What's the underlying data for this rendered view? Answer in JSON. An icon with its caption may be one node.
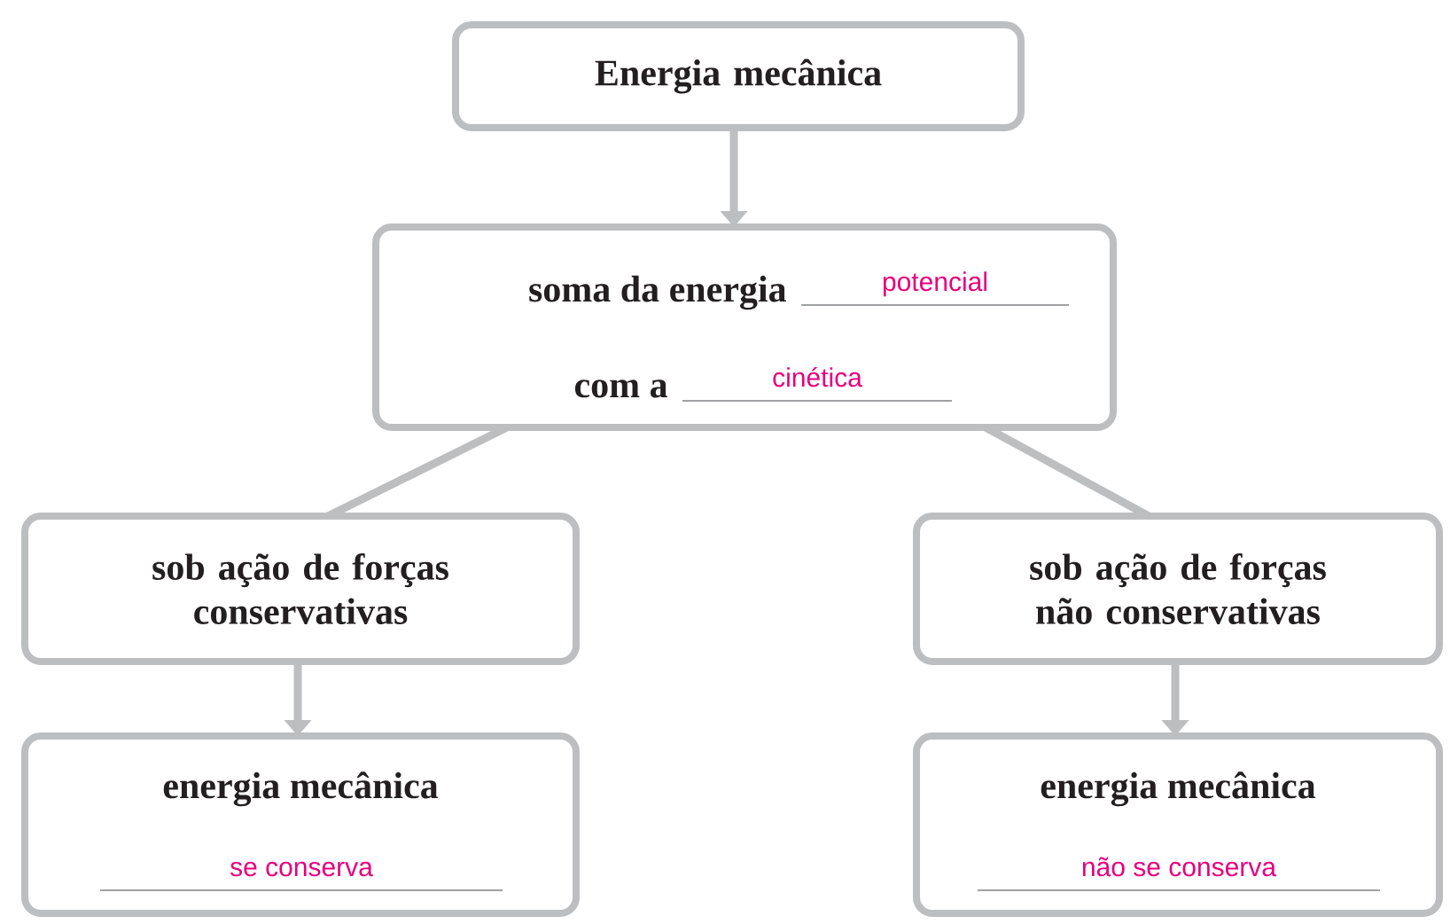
{
  "diagram": {
    "nodes": [
      {
        "text": [
          "Energia mecânica"
        ]
      },
      {
        "text": [
          "soma da energia",
          "potencial",
          "com a",
          "cinética"
        ]
      },
      {
        "text": [
          "sob ação de forças conservativas"
        ]
      },
      {
        "text": [
          "sob ação de forças não conservativas"
        ]
      },
      {
        "text": [
          "energia mecânica",
          "se conserva"
        ]
      },
      {
        "text": [
          "energia mecânica",
          "não se conserva"
        ]
      }
    ],
    "edges": [
      {
        "from": 0,
        "to": 1,
        "arrow": "to"
      },
      {
        "from": 1,
        "to": 2,
        "arrow": "none"
      },
      {
        "from": 1,
        "to": 3,
        "arrow": "none"
      },
      {
        "from": 2,
        "to": 4,
        "arrow": "to"
      },
      {
        "from": 3,
        "to": 5,
        "arrow": "to"
      }
    ]
  }
}
